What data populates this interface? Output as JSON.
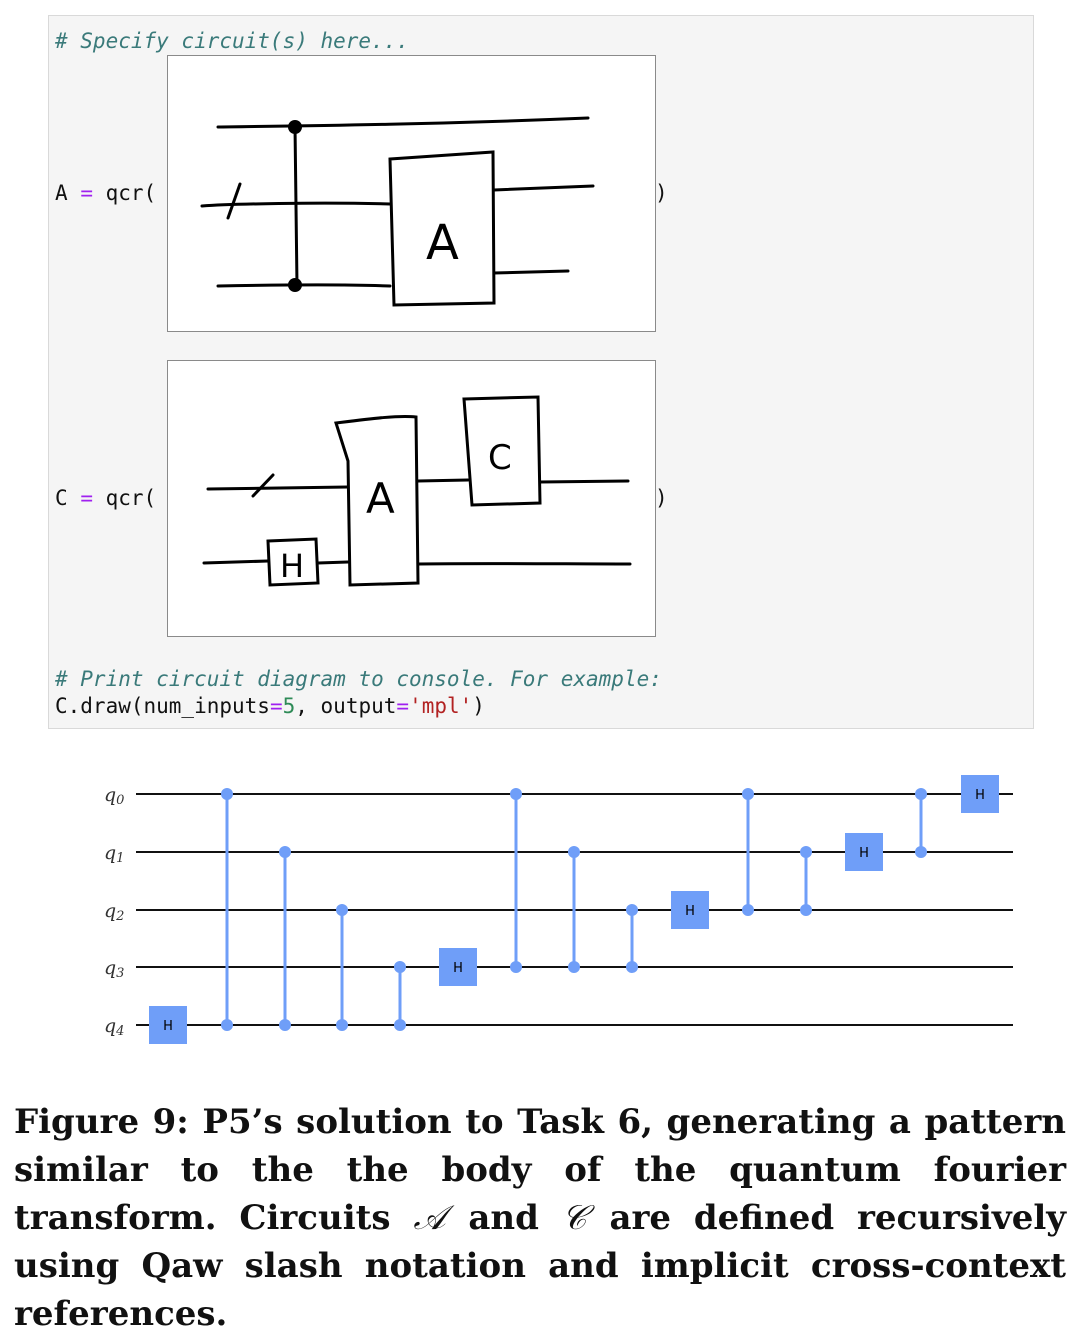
{
  "code": {
    "comment_specify": "# Specify circuit(s) here...",
    "a_var": "A",
    "eq": "=",
    "func_call": "qcr(",
    "close_paren": ")",
    "c_var": "C",
    "comment_print": "# Print circuit diagram to console. For example:",
    "draw_prefix": "C.draw(num_inputs",
    "draw_eq1": "=",
    "draw_num": "5",
    "draw_mid": ", output",
    "draw_eq2": "=",
    "draw_str": "'mpl'",
    "draw_close": ")"
  },
  "sketch_a": {
    "gate_label": "A"
  },
  "sketch_c": {
    "gate_a_label": "A",
    "gate_c_label": "C",
    "gate_h_label": "H"
  },
  "circuit": {
    "qubit_labels": [
      "q0",
      "q1",
      "q2",
      "q3",
      "q4"
    ],
    "gate_label": "H",
    "wire_color": "#111111",
    "gate_color": "#6f9ef8"
  },
  "caption": {
    "lead": "Figure 9: P5’s solution to Task 6,",
    "text_1": " generating a pattern similar to the the body of the quantum fourier transform. Circuits ",
    "sym_a": "𝒜",
    "and": " and ",
    "sym_c": "𝒞",
    "text_2": " are defined recursively using Qaw slash notation and implicit cross-context references."
  }
}
